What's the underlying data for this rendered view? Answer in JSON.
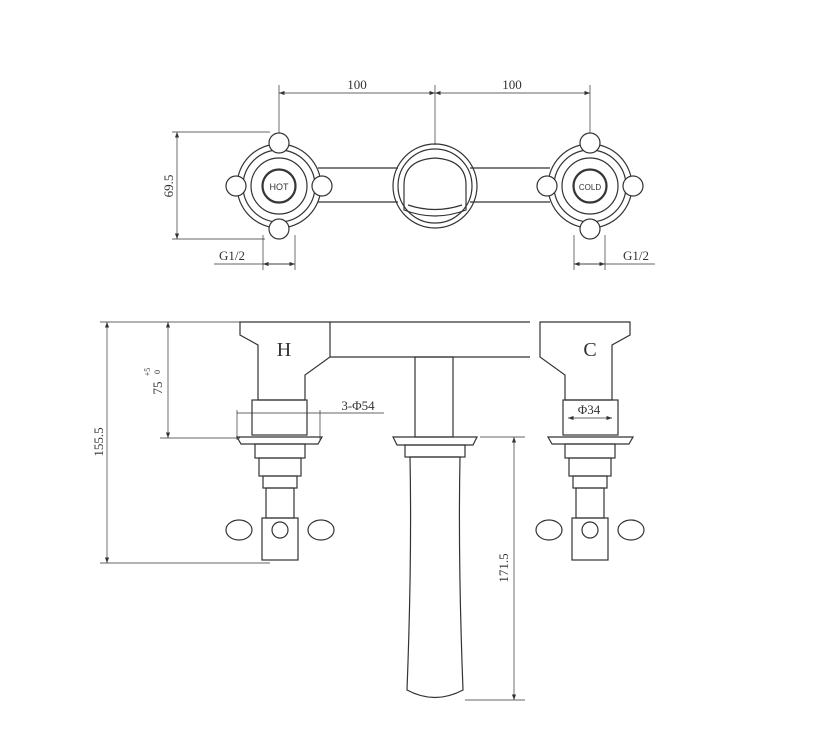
{
  "drawing": {
    "title": "Three-hole wall-mounted bath tap technical drawing",
    "line_color": "#333333",
    "background": "#ffffff",
    "top_view": {
      "dim_left": "100",
      "dim_right": "100",
      "dim_height": "69.5",
      "thread_left": "G1/2",
      "thread_right": "G1/2",
      "hot_label": "HOT",
      "cold_label": "COLD"
    },
    "side_view": {
      "hot_letter": "H",
      "cold_letter": "C",
      "dim_total_height": "155.5",
      "dim_body_height": "75",
      "tol_upper": "+5",
      "tol_lower": "0",
      "dim_flange": "3-Φ54",
      "dim_body_dia": "Φ34",
      "dim_spout": "171.5"
    }
  }
}
